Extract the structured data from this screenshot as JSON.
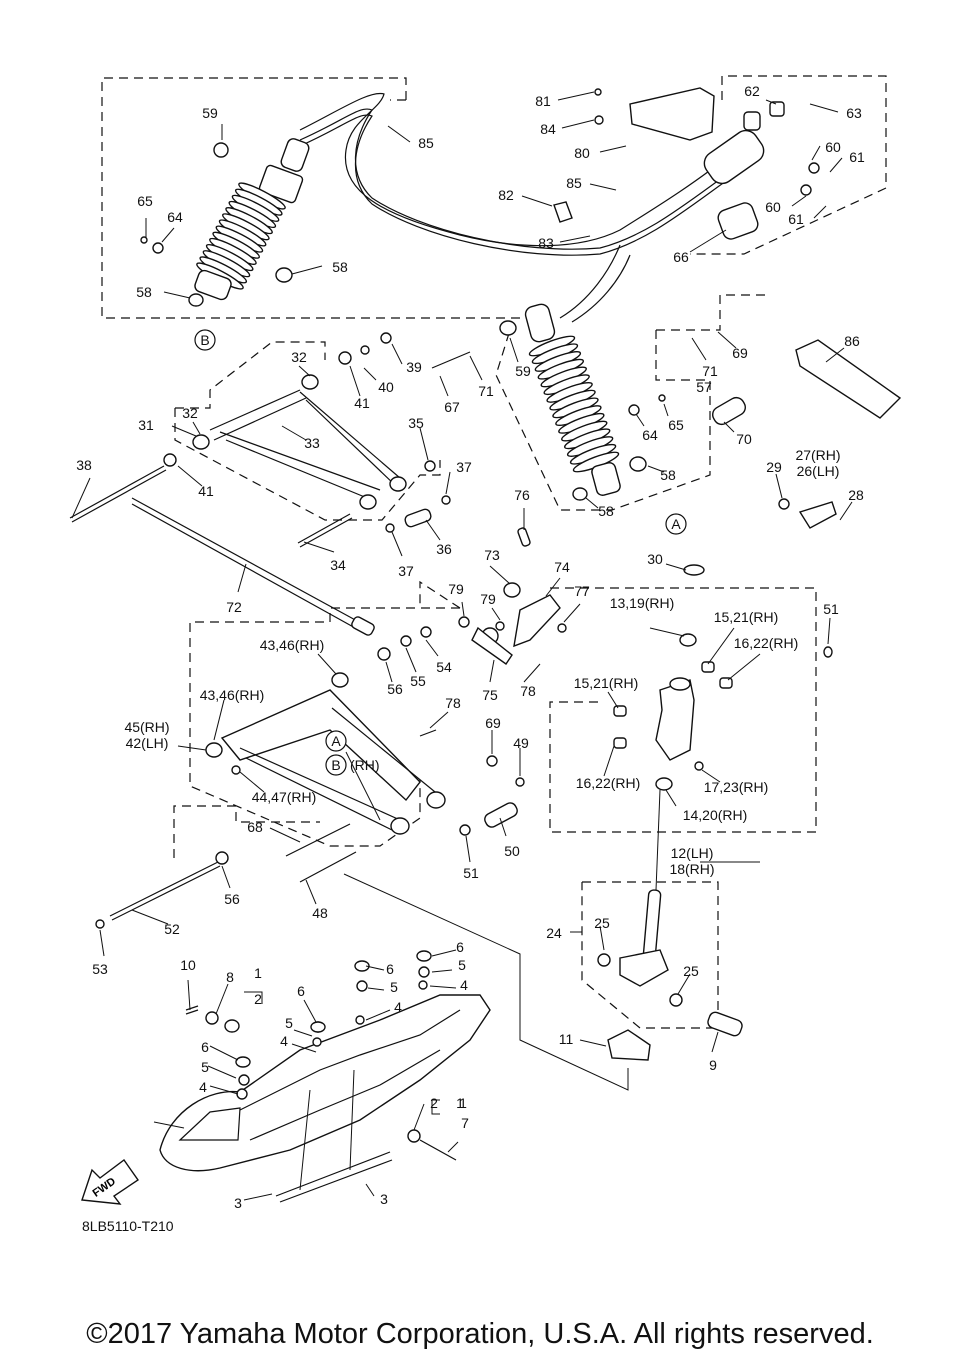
{
  "callouts": [
    {
      "id": "c59a",
      "text": "59"
    },
    {
      "id": "c85a",
      "text": "85"
    },
    {
      "id": "c65a",
      "text": "65"
    },
    {
      "id": "c64a",
      "text": "64"
    },
    {
      "id": "c58a",
      "text": "58"
    },
    {
      "id": "c58b",
      "text": "58"
    },
    {
      "id": "c81",
      "text": "81"
    },
    {
      "id": "c84",
      "text": "84"
    },
    {
      "id": "c80",
      "text": "80"
    },
    {
      "id": "c85b",
      "text": "85"
    },
    {
      "id": "c82",
      "text": "82"
    },
    {
      "id": "c83",
      "text": "83"
    },
    {
      "id": "c62",
      "text": "62"
    },
    {
      "id": "c63",
      "text": "63"
    },
    {
      "id": "c60a",
      "text": "60"
    },
    {
      "id": "c61a",
      "text": "61"
    },
    {
      "id": "c60b",
      "text": "60"
    },
    {
      "id": "c61b",
      "text": "61"
    },
    {
      "id": "c66",
      "text": "66"
    },
    {
      "id": "c32a",
      "text": "32"
    },
    {
      "id": "c40",
      "text": "40"
    },
    {
      "id": "c39",
      "text": "39"
    },
    {
      "id": "c41a",
      "text": "41"
    },
    {
      "id": "c67",
      "text": "67"
    },
    {
      "id": "c71a",
      "text": "71"
    },
    {
      "id": "c59b",
      "text": "59"
    },
    {
      "id": "c71b",
      "text": "71"
    },
    {
      "id": "c69a",
      "text": "69"
    },
    {
      "id": "c57",
      "text": "57"
    },
    {
      "id": "c86",
      "text": "86"
    },
    {
      "id": "c31",
      "text": "31"
    },
    {
      "id": "c32b",
      "text": "32"
    },
    {
      "id": "c33",
      "text": "33"
    },
    {
      "id": "c35",
      "text": "35"
    },
    {
      "id": "c65b",
      "text": "65"
    },
    {
      "id": "c64b",
      "text": "64"
    },
    {
      "id": "c70",
      "text": "70"
    },
    {
      "id": "c38",
      "text": "38"
    },
    {
      "id": "c41b",
      "text": "41"
    },
    {
      "id": "c37a",
      "text": "37"
    },
    {
      "id": "c58c",
      "text": "58"
    },
    {
      "id": "c58d",
      "text": "58"
    },
    {
      "id": "c29",
      "text": "29"
    },
    {
      "id": "c27",
      "text": "27(RH)"
    },
    {
      "id": "c26",
      "text": "26(LH)"
    },
    {
      "id": "c28",
      "text": "28"
    },
    {
      "id": "c34",
      "text": "34"
    },
    {
      "id": "c36",
      "text": "36"
    },
    {
      "id": "c37b",
      "text": "37"
    },
    {
      "id": "c76",
      "text": "76"
    },
    {
      "id": "c72",
      "text": "72"
    },
    {
      "id": "c30",
      "text": "30"
    },
    {
      "id": "c73",
      "text": "73"
    },
    {
      "id": "c74",
      "text": "74"
    },
    {
      "id": "c79a",
      "text": "79"
    },
    {
      "id": "c79b",
      "text": "79"
    },
    {
      "id": "c77",
      "text": "77"
    },
    {
      "id": "c13",
      "text": "13,19(RH)"
    },
    {
      "id": "c15a",
      "text": "15,21(RH)"
    },
    {
      "id": "c51a",
      "text": "51"
    },
    {
      "id": "c16a",
      "text": "16,22(RH)"
    },
    {
      "id": "c43a",
      "text": "43,46(RH)"
    },
    {
      "id": "c54",
      "text": "54"
    },
    {
      "id": "c55",
      "text": "55"
    },
    {
      "id": "c56a",
      "text": "56"
    },
    {
      "id": "c75",
      "text": "75"
    },
    {
      "id": "c78a",
      "text": "78"
    },
    {
      "id": "c15b",
      "text": "15,21(RH)"
    },
    {
      "id": "c43b",
      "text": "43,46(RH)"
    },
    {
      "id": "c45",
      "text": "45(RH)"
    },
    {
      "id": "c42",
      "text": "42(LH)"
    },
    {
      "id": "c78b",
      "text": "78"
    },
    {
      "id": "c69b",
      "text": "69"
    },
    {
      "id": "c49",
      "text": "49"
    },
    {
      "id": "c16b",
      "text": "16,22(RH)"
    },
    {
      "id": "c17",
      "text": "17,23(RH)"
    },
    {
      "id": "c44",
      "text": "44,47(RH)"
    },
    {
      "id": "c14",
      "text": "14,20(RH)"
    },
    {
      "id": "c68",
      "text": "68"
    },
    {
      "id": "c50",
      "text": "50"
    },
    {
      "id": "c51b",
      "text": "51"
    },
    {
      "id": "c12",
      "text": "12(LH)"
    },
    {
      "id": "c18",
      "text": "18(RH)"
    },
    {
      "id": "c56b",
      "text": "56"
    },
    {
      "id": "c48",
      "text": "48"
    },
    {
      "id": "c52",
      "text": "52"
    },
    {
      "id": "c24",
      "text": "24"
    },
    {
      "id": "c25a",
      "text": "25"
    },
    {
      "id": "c25b",
      "text": "25"
    },
    {
      "id": "c53",
      "text": "53"
    },
    {
      "id": "c6a",
      "text": "6"
    },
    {
      "id": "c5a",
      "text": "5"
    },
    {
      "id": "c4a",
      "text": "4"
    },
    {
      "id": "c6b",
      "text": "6"
    },
    {
      "id": "c5b",
      "text": "5"
    },
    {
      "id": "c4b",
      "text": "4"
    },
    {
      "id": "c10",
      "text": "10"
    },
    {
      "id": "c8",
      "text": "8"
    },
    {
      "id": "c1a",
      "text": "1"
    },
    {
      "id": "c2a",
      "text": "2"
    },
    {
      "id": "c6c",
      "text": "6"
    },
    {
      "id": "c5c",
      "text": "5"
    },
    {
      "id": "c4c",
      "text": "4"
    },
    {
      "id": "c6d",
      "text": "6"
    },
    {
      "id": "c5d",
      "text": "5"
    },
    {
      "id": "c4d",
      "text": "4"
    },
    {
      "id": "c11",
      "text": "11"
    },
    {
      "id": "c9",
      "text": "9"
    },
    {
      "id": "c1b",
      "text": "1"
    },
    {
      "id": "c2b",
      "text": "2"
    },
    {
      "id": "c1c",
      "text": "1"
    },
    {
      "id": "c7",
      "text": "7"
    },
    {
      "id": "c3a",
      "text": "3"
    },
    {
      "id": "c3b",
      "text": "3"
    }
  ],
  "markers": [
    {
      "id": "mB1",
      "text": "B"
    },
    {
      "id": "mA1",
      "text": "A"
    },
    {
      "id": "mA2",
      "text": "A"
    },
    {
      "id": "mB2",
      "text": "B"
    }
  ],
  "marker_suffix": "(RH)",
  "fwd_label": "FWD",
  "figure_code": "8LB5110-T210",
  "copyright": "©2017 Yamaha Motor Corporation, U.S.A. All rights reserved."
}
